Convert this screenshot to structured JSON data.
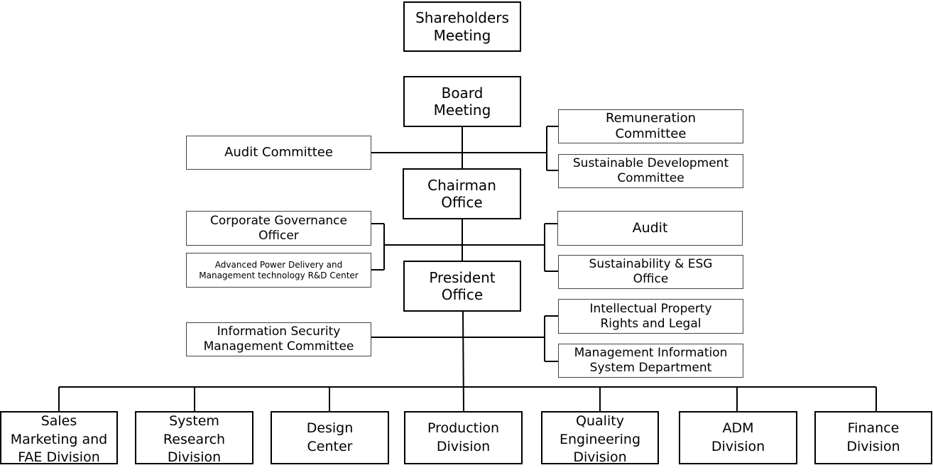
{
  "chart": {
    "shareholders": "Shareholders\nMeeting",
    "board": "Board\nMeeting",
    "audit_committee": "Audit Committee",
    "remuneration": "Remuneration\nCommittee",
    "sustainable_dev": "Sustainable Development\nCommittee",
    "chairman": "Chairman\nOffice",
    "corp_gov": "Corporate Governance\nOfficer",
    "rd_center": "Advanced Power Delivery and\nManagement technology R&D Center",
    "audit": "Audit",
    "sustainability_esg": "Sustainability & ESG\nOffice",
    "president": "President\nOffice",
    "info_security": "Information Security\nManagement Committee",
    "ip_legal": "Intellectual Property\nRights and Legal",
    "mis": "Management Information\nSystem Department",
    "divisions": [
      "Sales\nMarketing and\nFAE  Division",
      "System\nResearch\nDivision",
      "Design\nCenter",
      "Production\nDivision",
      "Quality\nEngineering\nDivision",
      "ADM\nDivision",
      "Finance\nDivision"
    ]
  }
}
